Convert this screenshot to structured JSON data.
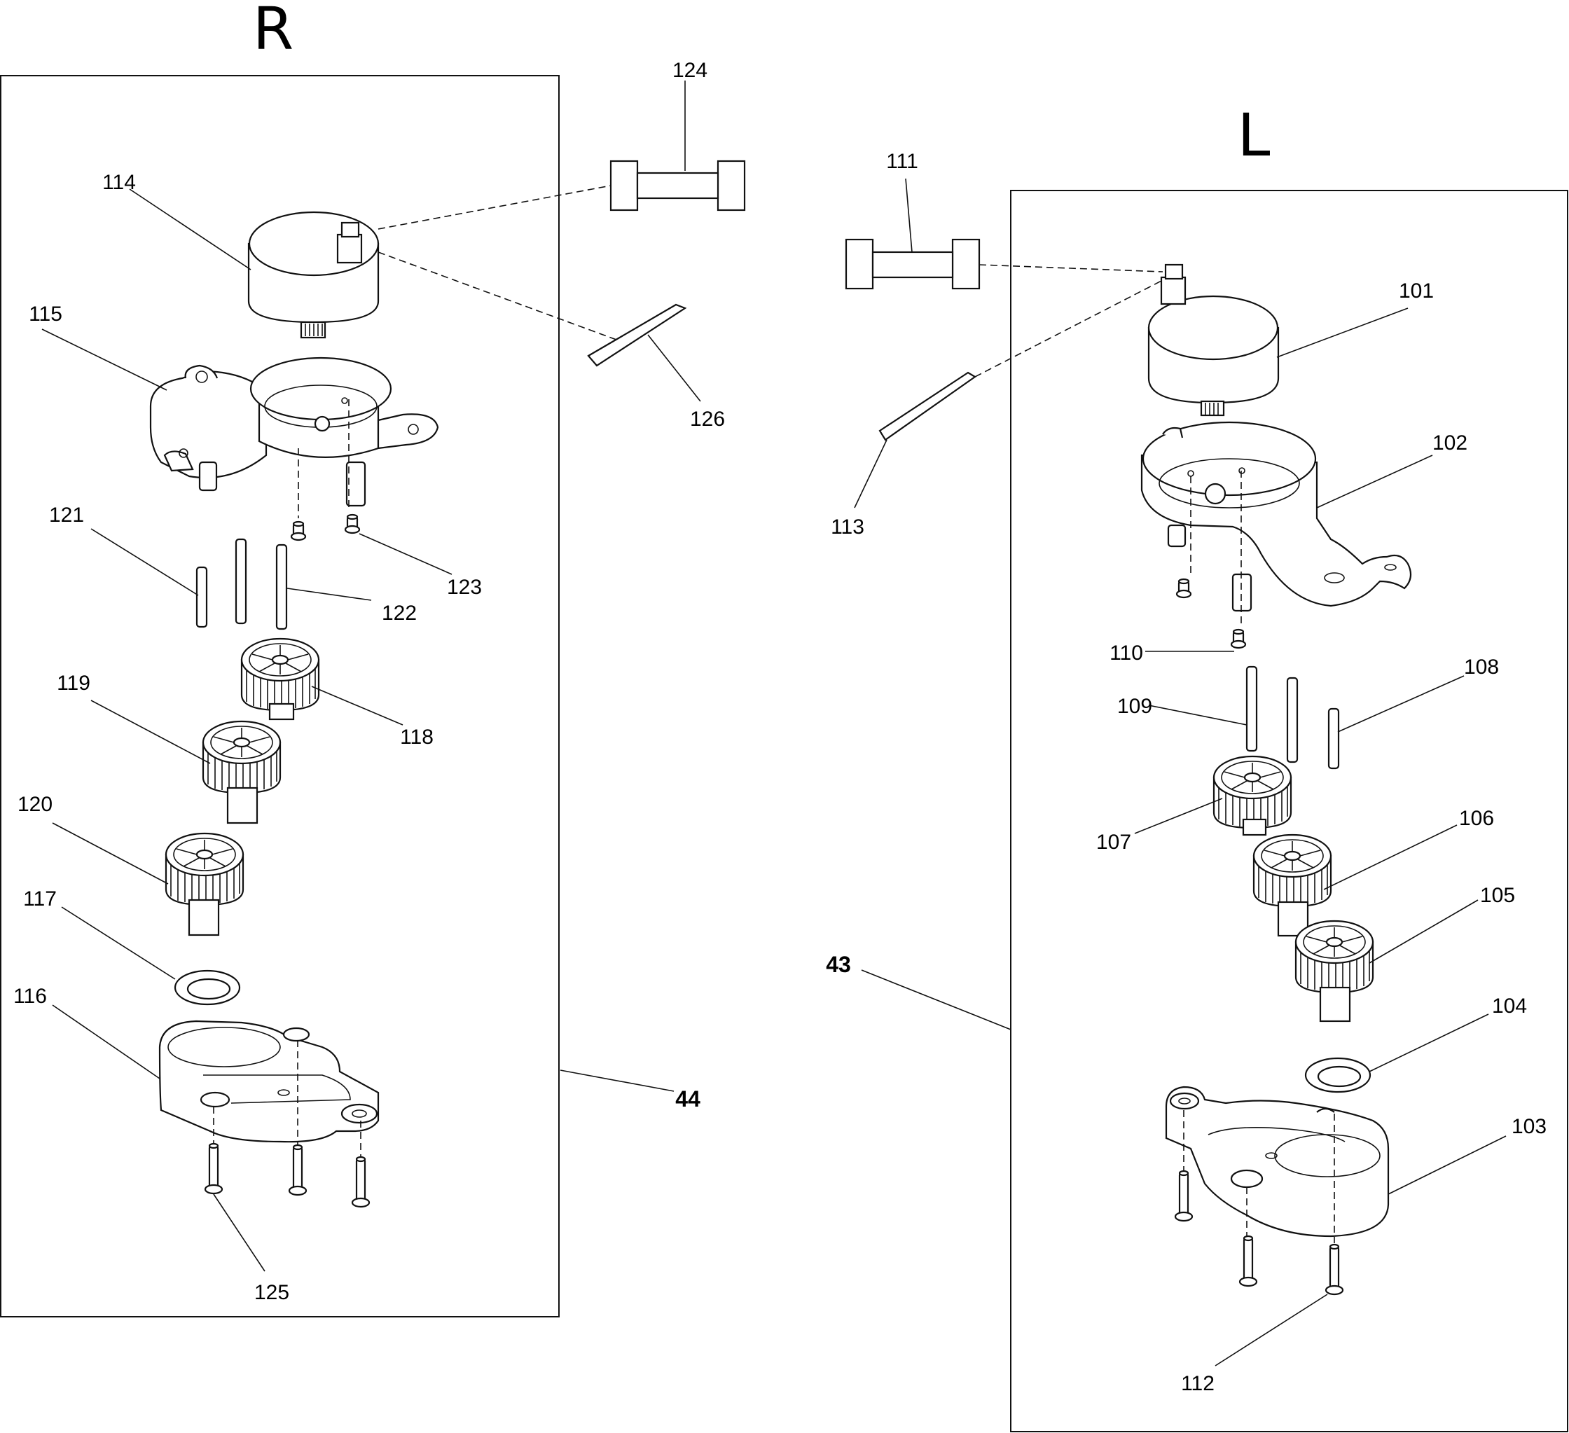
{
  "groups": {
    "right": {
      "letter": "R",
      "number": "44"
    },
    "left": {
      "letter": "L",
      "number": "43"
    }
  },
  "labels": {
    "p101": "101",
    "p102": "102",
    "p103": "103",
    "p104": "104",
    "p105": "105",
    "p106": "106",
    "p107": "107",
    "p108": "108",
    "p109": "109",
    "p110": "110",
    "p111": "111",
    "p112": "112",
    "p113": "113",
    "p114": "114",
    "p115": "115",
    "p116": "116",
    "p117": "117",
    "p118": "118",
    "p119": "119",
    "p120": "120",
    "p121": "121",
    "p122": "122",
    "p123": "123",
    "p124": "124",
    "p125": "125",
    "p126": "126"
  }
}
